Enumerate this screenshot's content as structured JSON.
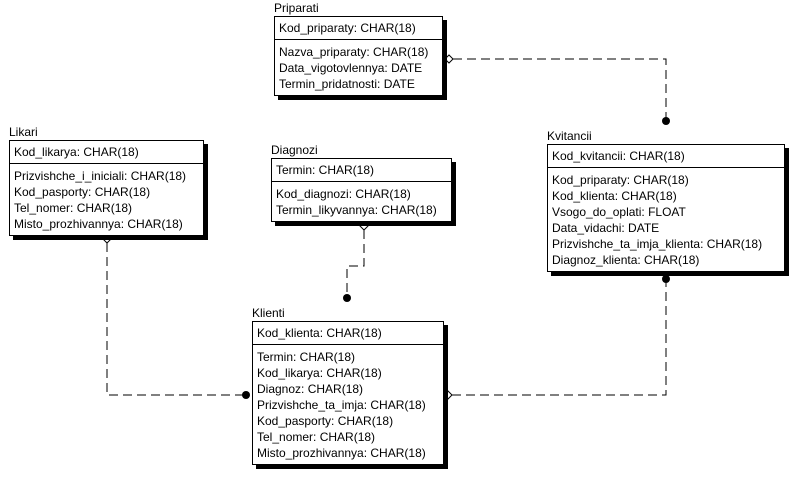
{
  "entities": {
    "priparati": {
      "name": "Priparati",
      "primary_key": [
        "Kod_priparaty: CHAR(18)"
      ],
      "attributes": [
        "Nazva_priparaty: CHAR(18)",
        "Data_vigotovlennya: DATE",
        "Termin_pridatnosti: DATE"
      ]
    },
    "likari": {
      "name": "Likari",
      "primary_key": [
        "Kod_likarya: CHAR(18)"
      ],
      "attributes": [
        "Prizvishche_i_iniciali: CHAR(18)",
        "Kod_pasporty: CHAR(18)",
        "Tel_nomer: CHAR(18)",
        "Misto_prozhivannya: CHAR(18)"
      ]
    },
    "diagnozi": {
      "name": "Diagnozi",
      "primary_key": [
        "Termin: CHAR(18)"
      ],
      "attributes": [
        "Kod_diagnozi: CHAR(18)",
        "Termin_likyvannya: CHAR(18)"
      ]
    },
    "kvitancii": {
      "name": "Kvitancii",
      "primary_key": [
        "Kod_kvitancii: CHAR(18)"
      ],
      "attributes": [
        "Kod_priparaty: CHAR(18)",
        "Kod_klienta: CHAR(18)",
        "Vsogo_do_oplati: FLOAT",
        "Data_vidachi: DATE",
        "Prizvishche_ta_imja_klienta: CHAR(18)",
        "Diagnoz_klienta: CHAR(18)"
      ]
    },
    "klienti": {
      "name": "Klienti",
      "primary_key": [
        "Kod_klienta: CHAR(18)"
      ],
      "attributes": [
        "Termin: CHAR(18)",
        "Kod_likarya: CHAR(18)",
        "Diagnoz: CHAR(18)",
        "Prizvishche_ta_imja: CHAR(18)",
        "Kod_pasporty: CHAR(18)",
        "Tel_nomer: CHAR(18)",
        "Misto_prozhivannya: CHAR(18)"
      ]
    }
  },
  "relationships": [
    {
      "from": "Priparati",
      "to": "Kvitancii",
      "line": "dashed",
      "parent_end": "diamond",
      "child_end": "filled-dot"
    },
    {
      "from": "Likari",
      "to": "Klienti",
      "line": "dashed",
      "parent_end": "diamond",
      "child_end": "filled-dot"
    },
    {
      "from": "Diagnozi",
      "to": "Klienti",
      "line": "dashed",
      "parent_end": "diamond",
      "child_end": "filled-dot"
    },
    {
      "from": "Klienti",
      "to": "Kvitancii",
      "line": "dashed",
      "parent_end": "diamond",
      "child_end": "filled-dot"
    }
  ],
  "colors": {
    "background": "#ffffff",
    "line": "#000000",
    "shadow": "#000000"
  }
}
